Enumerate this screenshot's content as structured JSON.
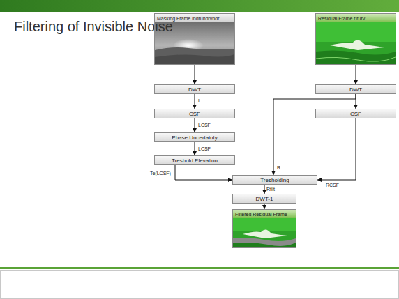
{
  "diagram": {
    "title": "Filtering of Invisible Noise",
    "nodes": [
      {
        "text": [
          "Masking Frame lhdruhdrvhdr"
        ]
      },
      {
        "text": [
          "DWT"
        ]
      },
      {
        "text": [
          "CSF"
        ]
      },
      {
        "text": [
          "Phase Uncertainty"
        ]
      },
      {
        "text": [
          "Treshold Elevation"
        ]
      },
      {
        "text": [
          "Residual Frame rlrurv"
        ]
      },
      {
        "text": [
          "DWT"
        ]
      },
      {
        "text": [
          "CSF"
        ]
      },
      {
        "text": [
          "Tresholding"
        ]
      },
      {
        "text": [
          "DWT-1"
        ]
      },
      {
        "text": [
          "Filtered Residual Frame"
        ]
      }
    ],
    "edges": [
      {
        "from": 0,
        "to": 1,
        "arrow": "to"
      },
      {
        "from": 1,
        "to": 2,
        "label": "L",
        "arrow": "to"
      },
      {
        "from": 2,
        "to": 3,
        "label": "LCSF",
        "arrow": "to"
      },
      {
        "from": 3,
        "to": 4,
        "label": "LCSF",
        "arrow": "to"
      },
      {
        "from": 4,
        "to": 8,
        "label": "Te(LCSF)",
        "arrow": "to"
      },
      {
        "from": 5,
        "to": 6,
        "arrow": "to"
      },
      {
        "from": 6,
        "to": 7,
        "arrow": "to"
      },
      {
        "from": 6,
        "to": 8,
        "label": "R",
        "arrow": "to"
      },
      {
        "from": 7,
        "to": 8,
        "label": "RCSF",
        "arrow": "to"
      },
      {
        "from": 8,
        "to": 9,
        "label": "Rfilt",
        "arrow": "to"
      },
      {
        "from": 9,
        "to": 10,
        "arrow": "to"
      }
    ]
  }
}
